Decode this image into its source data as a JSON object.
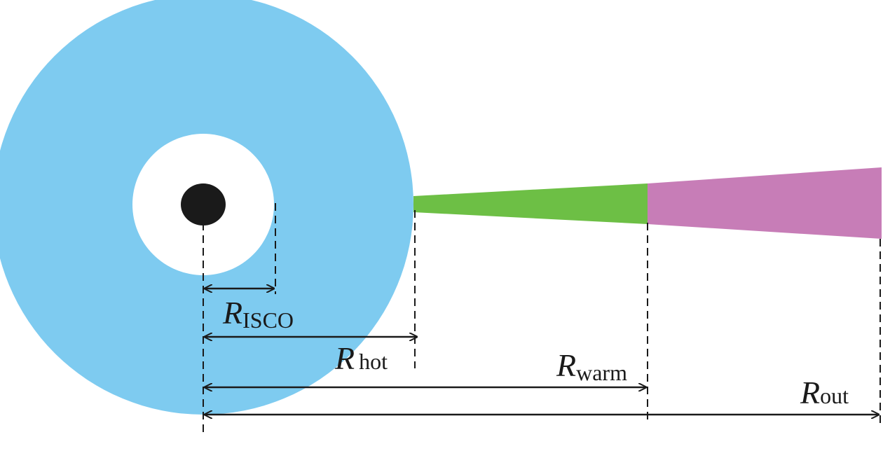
{
  "colors": {
    "hot_disc": "#7ecbf0",
    "inner_hole": "#ffffff",
    "black_hole": "#1a1a1a",
    "warm_region": "#6dbf45",
    "outer_region": "#c77db7"
  },
  "labels": {
    "r_isco": {
      "main": "R",
      "sub": "ISCO"
    },
    "r_hot": {
      "main": "R",
      "sub": "hot"
    },
    "r_warm": {
      "main": "R",
      "sub": "warm"
    },
    "r_out": {
      "main": "R",
      "sub": "out"
    }
  }
}
